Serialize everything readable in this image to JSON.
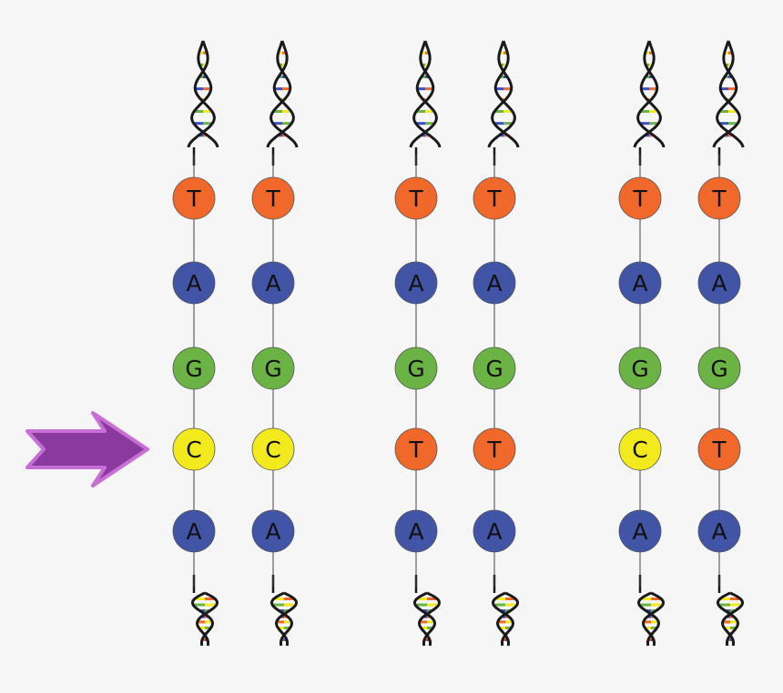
{
  "colors": {
    "T": "#f0682a",
    "A": "#4254a6",
    "G": "#6ab344",
    "C": "#f2ea1c",
    "arrow_fill": "#8a3a9e",
    "arrow_outline": "#c86fd6",
    "strand_line": "#444444",
    "helix_backbone": "#1a1a1a",
    "helix_rungs": [
      "#3b4fc4",
      "#f0682a",
      "#f2ea1c",
      "#6ab344"
    ]
  },
  "strands": [
    {
      "bases": [
        "T",
        "A",
        "G",
        "C",
        "A"
      ]
    },
    {
      "bases": [
        "T",
        "A",
        "G",
        "C",
        "A"
      ]
    },
    {
      "bases": [
        "T",
        "A",
        "G",
        "T",
        "A"
      ]
    },
    {
      "bases": [
        "T",
        "A",
        "G",
        "T",
        "A"
      ]
    },
    {
      "bases": [
        "T",
        "A",
        "G",
        "C",
        "A"
      ]
    },
    {
      "bases": [
        "T",
        "A",
        "G",
        "T",
        "A"
      ]
    }
  ],
  "arrow": {
    "points_to_base_index": 3,
    "direction": "right",
    "icon": "arrow-right-icon"
  }
}
